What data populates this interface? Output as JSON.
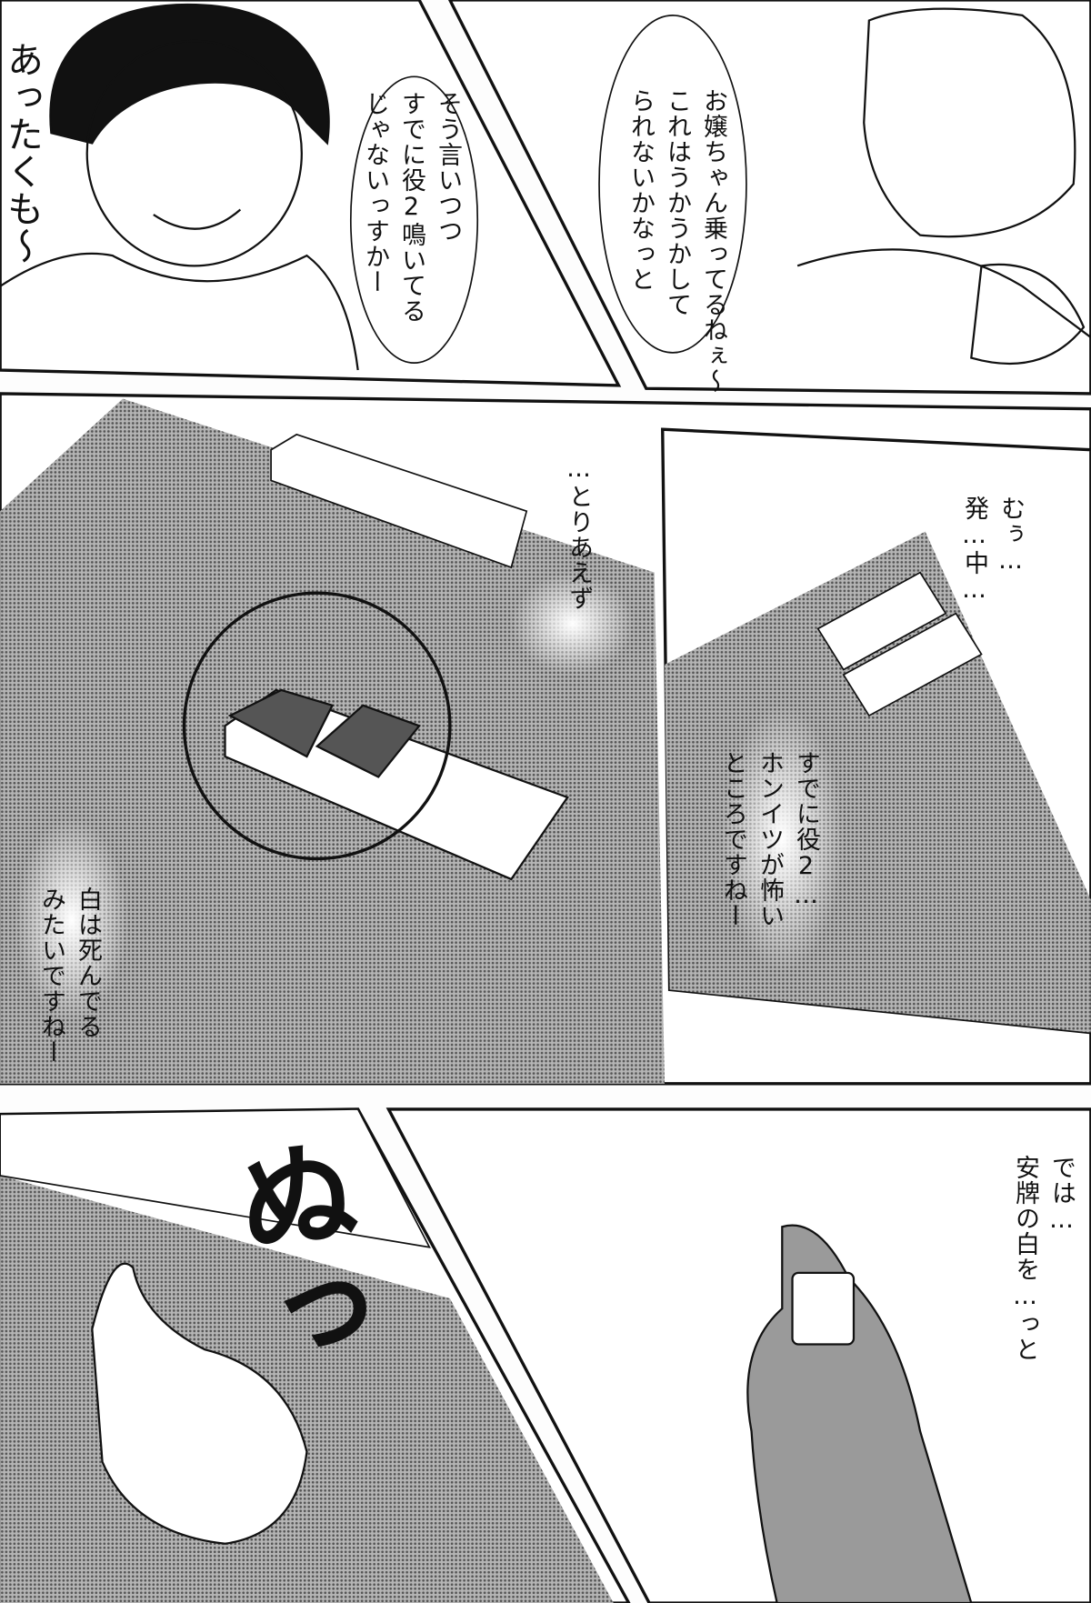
{
  "panels": {
    "top_left": {
      "edge_text": "あったくも〜",
      "speech": [
        "そう言いつつ",
        "すでに役2鳴いてる",
        "じゃないっすかー"
      ]
    },
    "top_right": {
      "speech": [
        "お嬢ちゃん乗ってるねぇ〜",
        "これはうかうかして",
        "られないかなっと"
      ]
    },
    "middle_left": {
      "thought_1": "…とりあえず",
      "thought_2": [
        "白は死んでる",
        "みたいですねー"
      ]
    },
    "middle_right": {
      "thought_1": [
        "むぅ…",
        "発…中…"
      ],
      "thought_2": [
        "すでに役2…",
        "ホンイツが怖い",
        "ところですねー"
      ]
    },
    "bottom_left": {
      "sfx": "ぬっ"
    },
    "bottom_right": {
      "thought": [
        "では…",
        "安牌の白を…っと"
      ]
    }
  },
  "colors": {
    "ink": "#111111",
    "tone": "#8a8a8a",
    "paper": "#fdfdfd"
  }
}
